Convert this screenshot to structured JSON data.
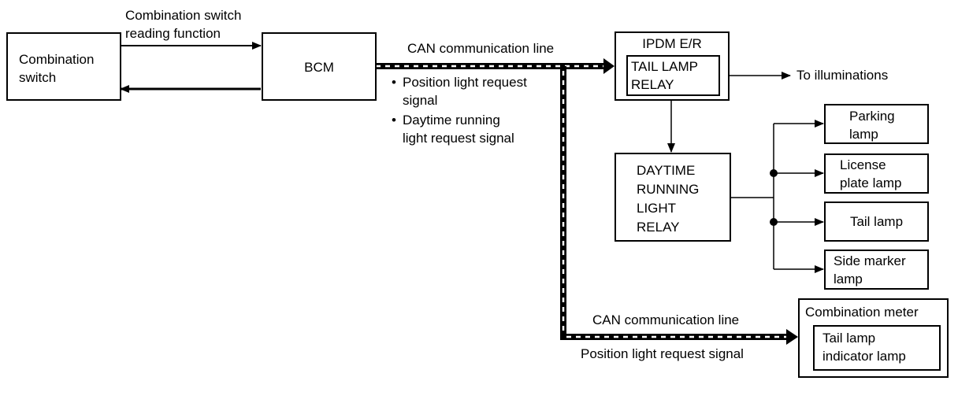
{
  "boxes": {
    "combination_switch": [
      "Combination",
      "switch"
    ],
    "bcm": "BCM",
    "ipdm": {
      "title": "IPDM E/R",
      "relay": [
        "TAIL LAMP",
        "RELAY"
      ]
    },
    "drl_relay": [
      "DAYTIME",
      "RUNNING",
      "LIGHT",
      "RELAY"
    ],
    "parking_lamp": [
      "Parking",
      "lamp"
    ],
    "license_plate_lamp": [
      "License",
      "plate lamp"
    ],
    "tail_lamp": "Tail lamp",
    "side_marker_lamp": [
      "Side marker",
      "lamp"
    ],
    "combination_meter": {
      "title": "Combination meter",
      "indicator": [
        "Tail lamp",
        "indicator lamp"
      ]
    }
  },
  "labels": {
    "switch_reading": [
      "Combination switch",
      "reading function"
    ],
    "can_line_top": "CAN communication line",
    "bullet_1": [
      "Position light request",
      "signal"
    ],
    "bullet_2": [
      "Daytime running",
      "light request signal"
    ],
    "bullet_char": "•",
    "to_illuminations": "To illuminations",
    "can_line_bottom": "CAN communication line",
    "position_signal_bottom": "Position light request signal"
  }
}
